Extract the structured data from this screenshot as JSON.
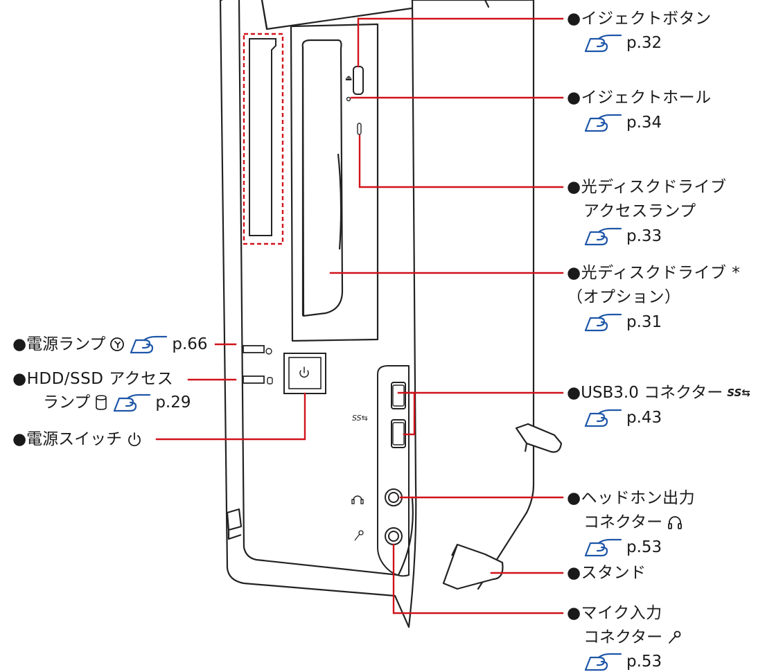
{
  "callouts": {
    "eject_button": {
      "label": "●イジェクトボタン",
      "page": "p.32"
    },
    "eject_hole": {
      "label": "●イジェクトホール",
      "page": "p.34"
    },
    "odd_lamp": {
      "label1": "●光ディスクドライブ",
      "label2": "アクセスランプ",
      "page": "p.33"
    },
    "odd": {
      "label1": "●光ディスクドライブ *",
      "label2": "（オプション）",
      "page": "p.31"
    },
    "power_lamp": {
      "label": "●電源ランプ",
      "page": "p.66"
    },
    "hdd_lamp": {
      "label1": "●HDD/SSD アクセス",
      "label2": "ランプ",
      "page": "p.29"
    },
    "power_switch": {
      "label": "●電源スイッチ"
    },
    "usb": {
      "label": "●USB3.0 コネクター",
      "ss_mark": "SS",
      "page": "p.43"
    },
    "headphone": {
      "label1": "●ヘッドホン出力",
      "label2": "コネクター",
      "page": "p.53"
    },
    "stand": {
      "label": "●スタンド"
    },
    "mic": {
      "label1": "●マイク入力",
      "label2": "コネクター",
      "page": "p.53"
    }
  },
  "device_marks": {
    "power_symbol": "⏻",
    "usb_ss": "SS"
  },
  "colors": {
    "leader_line": "#d0121b",
    "ref_icon": "#1e56a8",
    "outline": "#222222"
  },
  "icons": [
    "hand-pointer-icon",
    "power-lamp-icon",
    "hdd-icon",
    "power-icon",
    "usb-ss-icon",
    "headphone-icon",
    "microphone-icon"
  ]
}
